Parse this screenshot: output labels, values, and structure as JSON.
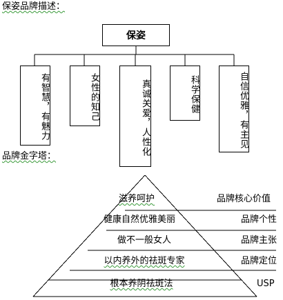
{
  "brand_description_heading": "保姿品牌描述：",
  "root": {
    "label": "保姿"
  },
  "children": [
    {
      "label": "有智慧，有魅力"
    },
    {
      "label": "女性的知己"
    },
    {
      "label": "真诚关爱，人性化"
    },
    {
      "label": "科学保健"
    },
    {
      "label": "自信优雅，有主见"
    }
  ],
  "pyramid_heading": "品牌金字塔：",
  "pyramid": [
    {
      "text": "滋养呵护",
      "level": "品牌核心价值"
    },
    {
      "text": "健康自然优雅美丽",
      "level": "品牌个性"
    },
    {
      "text": "做不一般女人",
      "level": "品牌主张"
    },
    {
      "text": "以内养外的祛斑专家",
      "level": "品牌定位"
    },
    {
      "text": "根本养阴祛斑法",
      "level": "USP"
    }
  ],
  "colors": {
    "line": "#000000",
    "proofing_underline": "#3a9a3a"
  }
}
